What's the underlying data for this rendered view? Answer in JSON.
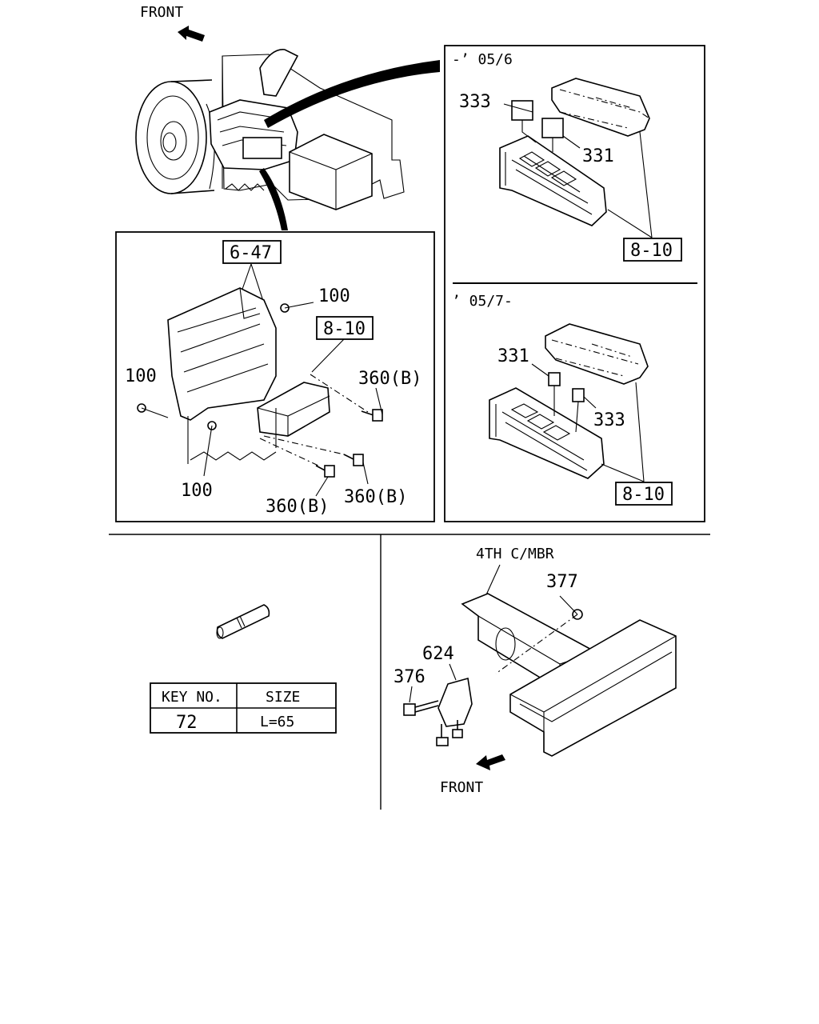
{
  "labels": {
    "front_top": "FRONT",
    "front_bottom": "FRONT",
    "period_early": "-’ 05/6",
    "period_late": "’ 05/7-",
    "crossmember": "4TH C/MBR",
    "ref_6_47": "6-47",
    "ref_8_10_main": "8-10",
    "ref_8_10_early": "8-10",
    "ref_8_10_late": "8-10",
    "p100_a": "100",
    "p100_b": "100",
    "p100_c": "100",
    "p360_a": "360(B)",
    "p360_b": "360(B)",
    "p360_c": "360(B)",
    "p333_early": "333",
    "p331_early": "331",
    "p331_late": "331",
    "p333_late": "333",
    "p377": "377",
    "p624": "624",
    "p376": "376"
  },
  "size_table": {
    "headers": [
      "KEY NO.",
      "SIZE"
    ],
    "rows": [
      [
        "72",
        "L=65"
      ]
    ]
  }
}
